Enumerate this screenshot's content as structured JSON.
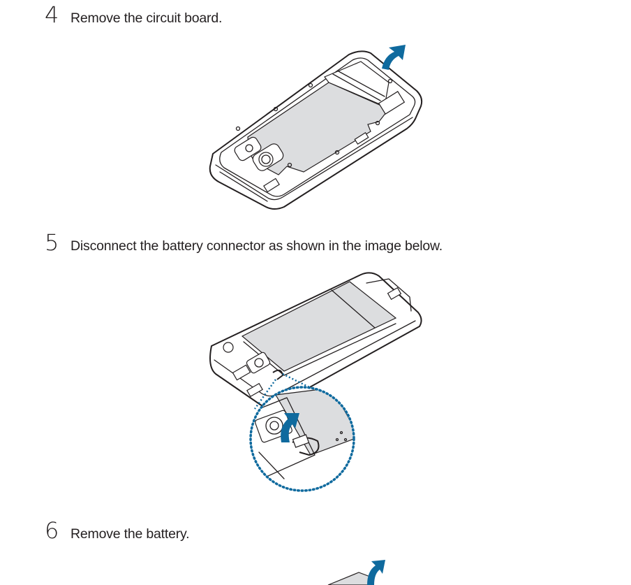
{
  "steps": [
    {
      "number": "4",
      "text": "Remove the circuit board."
    },
    {
      "number": "5",
      "text": "Disconnect the battery connector as shown in the image below."
    },
    {
      "number": "6",
      "text": "Remove the battery."
    }
  ],
  "colors": {
    "text": "#231f20",
    "arrow": "#0f6a9e",
    "panel": "#dcdddf"
  },
  "icons": {
    "lift": "curved-arrow-icon"
  }
}
